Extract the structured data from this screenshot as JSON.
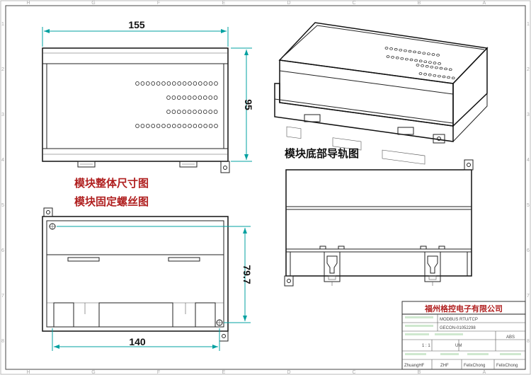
{
  "dimensions": {
    "front_width": "155",
    "front_height": "95",
    "mount_width": "140",
    "mount_height": "79.7"
  },
  "labels": {
    "overall_size": "模块整体尺寸图",
    "mounting_holes": "模块固定螺丝图",
    "bottom_rail": "模块底部导轨图"
  },
  "title_block": {
    "company": "福州格控电子有限公司",
    "part_name": "MODBUS RTU/TCP",
    "part_no": "GECON-01052298",
    "material": "ABS",
    "scale": "1 : 1",
    "unit": "UM",
    "designer": "ZhuangHF",
    "drafter": "ZHF",
    "checker": "FelixChong",
    "approver": "FelixChong"
  },
  "grid": {
    "top_cols": [
      "H",
      "G",
      "F",
      "E",
      "D",
      "C",
      "B",
      "A"
    ],
    "side_rows": [
      "1",
      "2",
      "3",
      "4",
      "5",
      "6",
      "7",
      "8"
    ]
  }
}
